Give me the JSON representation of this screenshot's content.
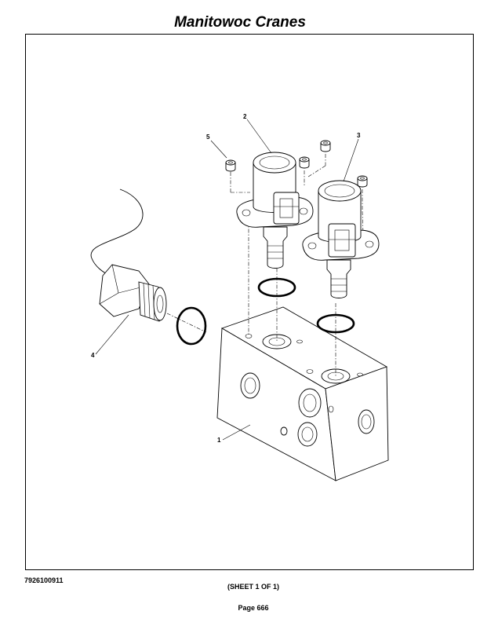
{
  "header": {
    "title": "Manitowoc Cranes"
  },
  "callouts": [
    {
      "id": "c1",
      "label": "1"
    },
    {
      "id": "c2",
      "label": "2"
    },
    {
      "id": "c3",
      "label": "3"
    },
    {
      "id": "c4",
      "label": "4"
    },
    {
      "id": "c5",
      "label": "5"
    }
  ],
  "footer": {
    "drawing_number": "7926100911",
    "sheet": "(SHEET 1 OF 1)",
    "page": "Page 666"
  }
}
